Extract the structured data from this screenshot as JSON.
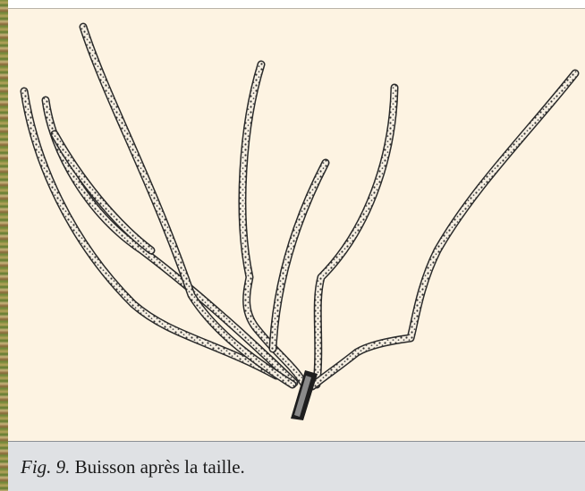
{
  "caption": {
    "figure_label": "Fig. 9.",
    "text": "Buisson après la taille."
  },
  "colors": {
    "panel_background": "#fdf3e2",
    "caption_background": "#dfe1e4",
    "branch_stroke": "#2b2b2b",
    "branch_fill": "#f6efe2"
  },
  "illustration": {
    "subject": "pruned shrub line drawing",
    "icon": "shrub-branches-illustration"
  }
}
